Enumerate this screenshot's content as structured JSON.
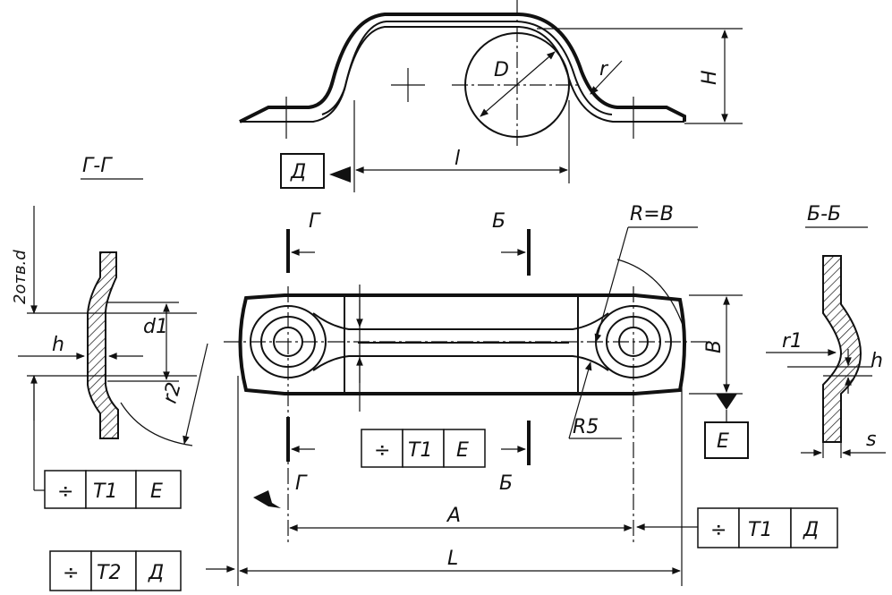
{
  "sections": {
    "g_g": "Г-Г",
    "b_b": "Б-Б"
  },
  "section_marks": {
    "g_top": "Г",
    "g_bottom": "Г",
    "b_top": "Б",
    "b_bottom": "Б"
  },
  "top_view": {
    "label_D": "D",
    "label_r": "r",
    "label_H": "H",
    "label_l": "l"
  },
  "datums": {
    "datum_D": "Д",
    "datum_E": "Е"
  },
  "main_view": {
    "label_R_eq_B": "R=B",
    "label_R5": "R5",
    "label_B": "B",
    "label_A": "A",
    "label_L": "L"
  },
  "section_g": {
    "label_holes": "2отв.d",
    "label_d1": "d1",
    "label_h": "h",
    "label_r2": "r2"
  },
  "section_b": {
    "label_r1": "r1",
    "label_h": "h",
    "label_s": "s"
  },
  "tolerance_frames": [
    {
      "symbol": "÷",
      "tol": "T1",
      "datum": "Е"
    },
    {
      "symbol": "÷",
      "tol": "T1",
      "datum": "Е"
    },
    {
      "symbol": "÷",
      "tol": "T1",
      "datum": "Д"
    },
    {
      "symbol": "÷",
      "tol": "T2",
      "datum": "Д"
    }
  ]
}
